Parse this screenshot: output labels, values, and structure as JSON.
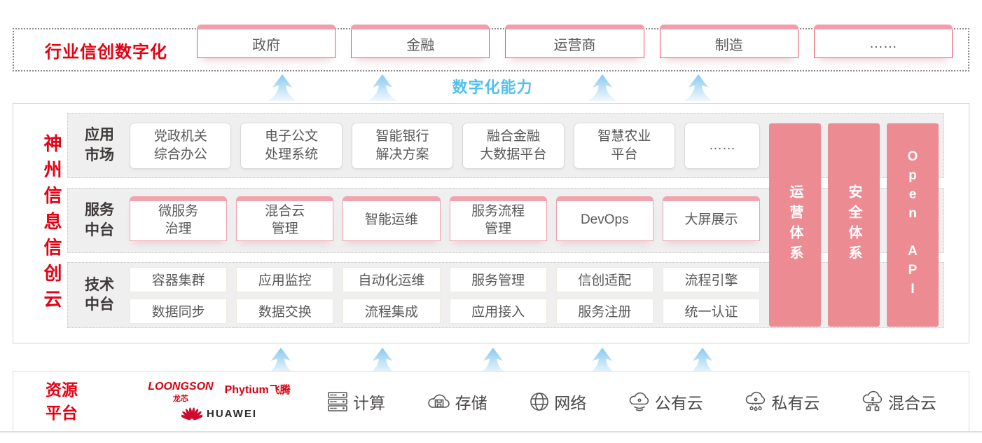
{
  "top_banner": {
    "title": "行业信创数字化",
    "industries": [
      "政府",
      "金融",
      "运营商",
      "制造",
      "……"
    ]
  },
  "capability_label": "数字化能力",
  "platform": {
    "vertical_title": "神州信息信创云",
    "rows": [
      {
        "label": "应用\n市场",
        "items": [
          "党政机关\n综合办公",
          "电子公文\n处理系统",
          "智能银行\n解决方案",
          "融合金融\n大数据平台",
          "智慧农业\n平台",
          "……"
        ]
      },
      {
        "label": "服务\n中台",
        "items": [
          "微服务\n治理",
          "混合云\n管理",
          "智能运维",
          "服务流程\n管理",
          "DevOps",
          "大屏展示"
        ]
      },
      {
        "label": "技术\n中台",
        "items_row1": [
          "容器集群",
          "应用监控",
          "自动化运维",
          "服务管理",
          "信创适配",
          "流程引擎"
        ],
        "items_row2": [
          "数据同步",
          "数据交换",
          "流程集成",
          "应用接入",
          "服务注册",
          "统一认证"
        ]
      }
    ],
    "side_bars": [
      "运营体系",
      "安全体系",
      "Open API"
    ]
  },
  "resource_platform": {
    "label": "资源\n平台",
    "vendors": {
      "loongson": "LOONGSON",
      "loongson_cn": "龙芯",
      "phytium": "Phytium",
      "phytium_cn": "飞腾",
      "huawei": "HUAWEI"
    },
    "items": [
      {
        "icon": "compute-icon",
        "label": "计算"
      },
      {
        "icon": "storage-icon",
        "label": "存储"
      },
      {
        "icon": "network-icon",
        "label": "网络"
      },
      {
        "icon": "public-cloud-icon",
        "label": "公有云"
      },
      {
        "icon": "private-cloud-icon",
        "label": "私有云"
      },
      {
        "icon": "hybrid-cloud-icon",
        "label": "混合云"
      }
    ]
  },
  "colors": {
    "brand_red": "#e60012",
    "tab_border_pink": "#e8566c",
    "tab_strip_pink": "#f29daa",
    "side_bar_salmon": "#ec8b92",
    "accent_blue": "#4fc1ef",
    "panel_gray": "#efefef"
  }
}
